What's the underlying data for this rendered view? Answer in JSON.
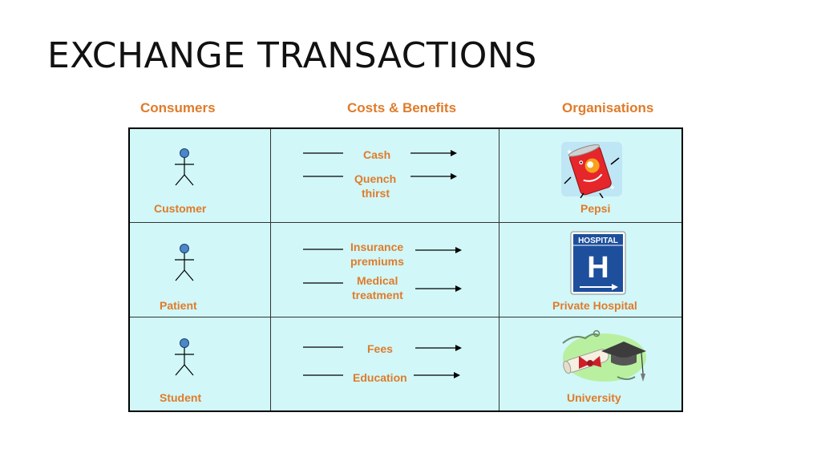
{
  "title": "EXCHANGE TRANSACTIONS",
  "headers": {
    "consumers": "Consumers",
    "costs": "Costs  & Benefits",
    "organisations": "Organisations"
  },
  "rows": [
    {
      "consumer": "Customer",
      "cost_top": "Cash",
      "cost_bottom_1": "Quench",
      "cost_bottom_2": "thirst",
      "org": "Pepsi",
      "org_icon": "soda-can-icon"
    },
    {
      "consumer": "Patient",
      "cost_top_1": "Insurance",
      "cost_top_2": "premiums",
      "cost_bottom_1": "Medical",
      "cost_bottom_2": "treatment",
      "org": "Private Hospital",
      "org_icon": "hospital-sign-icon",
      "sign_text": "HOSPITAL",
      "sign_letter": "H"
    },
    {
      "consumer": "Student",
      "cost_top": "Fees",
      "cost_bottom": "Education",
      "org": "University",
      "org_icon": "diploma-cap-icon"
    }
  ],
  "colors": {
    "accent": "#e07b2a",
    "cell_bg": "#d1f7f8",
    "actor_head": "#4a86c8"
  }
}
